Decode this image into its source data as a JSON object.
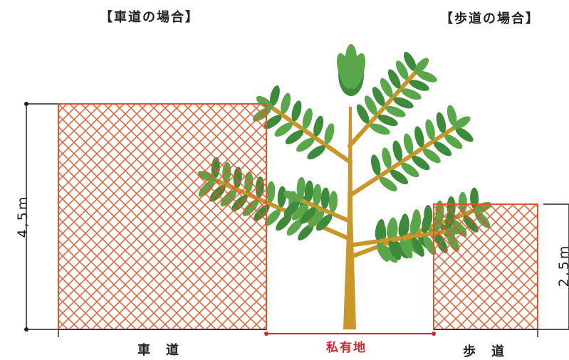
{
  "headings": {
    "roadway": "【車道の場合】",
    "sidewalk": "【歩道の場合】"
  },
  "dimensions": {
    "roadway_height": "4,5m",
    "sidewalk_height": "2,5m"
  },
  "ground": {
    "roadway": "車道",
    "private_land": "私有地",
    "sidewalk": "歩道"
  },
  "colors": {
    "hatch": "#e0562a",
    "private_line": "#d8232a",
    "trunk": "#c9962a",
    "leaf": "#5aa64a",
    "leaf_dark": "#3d8a3a",
    "line": "#222222"
  }
}
